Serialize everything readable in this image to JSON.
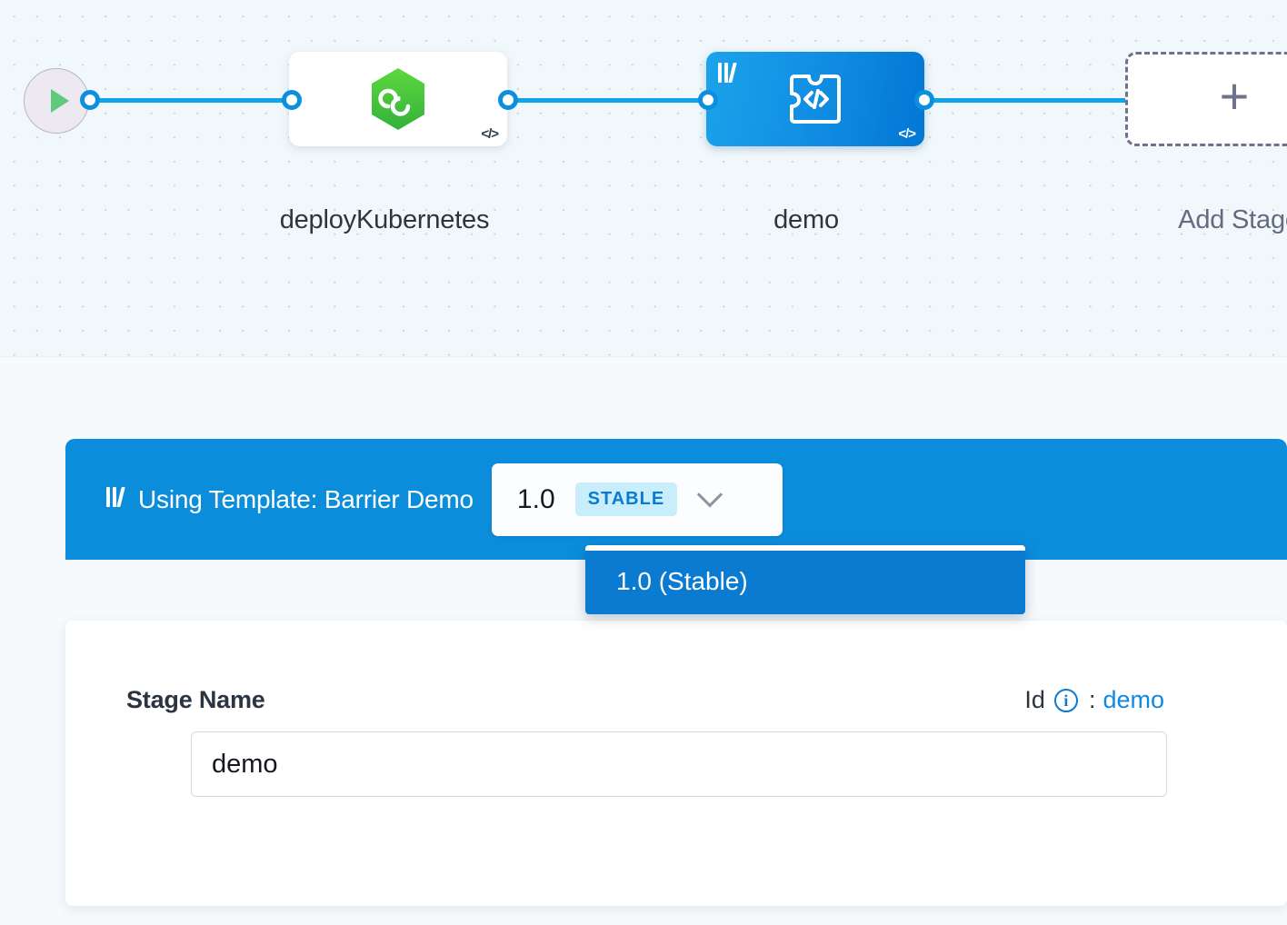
{
  "canvas": {
    "start_node": {
      "icon": "play-icon"
    },
    "nodes": [
      {
        "id": "deployKubernetes",
        "caption": "deployKubernetes",
        "type": "harness-stage",
        "icon": "harness-hexagon-icon",
        "code_marker": "</>"
      },
      {
        "id": "demo",
        "caption": "demo",
        "type": "template-stage",
        "icon": "custom-stage-code-icon",
        "template_icon": "template-library-icon",
        "code_marker": "</>",
        "selected": true
      }
    ],
    "add_stage": {
      "label": "Add Stage",
      "icon": "plus-icon"
    }
  },
  "template_bar": {
    "icon": "template-library-icon",
    "label": "Using Template: Barrier Demo",
    "version": {
      "value": "1.0",
      "badge": "STABLE",
      "chevron": "chevron-down-icon"
    },
    "menu": {
      "options": [
        {
          "label": "1.0 (Stable)",
          "selected": true
        }
      ]
    }
  },
  "stage_form": {
    "name_label": "Stage Name",
    "id_label": "Id",
    "id_info_icon": "info-icon",
    "id_separator": ":",
    "id_value": "demo",
    "name_value": "demo",
    "name_placeholder": "Stage Name"
  },
  "colors": {
    "accent_blue": "#0b8ddb",
    "node_blue_start": "#1ba3ea",
    "node_blue_end": "#0277d4",
    "edge_blue": "#0ea5e9",
    "canvas_bg": "#f1f8fb",
    "panel_bg": "#f7fafc",
    "badge_bg": "#c9eefb",
    "badge_text": "#0b7ad1",
    "harness_green": "#4ec93f",
    "play_green": "#5fc97c",
    "add_stage_border": "#6d7388"
  }
}
